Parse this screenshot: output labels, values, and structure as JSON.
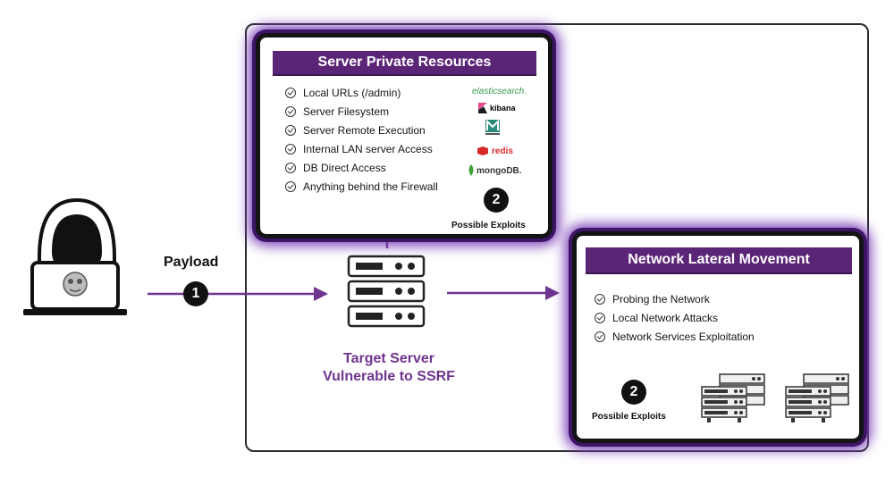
{
  "payload_label": "Payload",
  "step1_label": "1",
  "target": {
    "line1": "Target Server",
    "line2": "Vulnerable to SSRF"
  },
  "server_private": {
    "title": "Server Private Resources",
    "items": [
      "Local URLs (/admin)",
      "Server Filesystem",
      "Server Remote Execution",
      "Internal LAN server Access",
      "DB Direct Access",
      "Anything behind the Firewall"
    ],
    "logos": {
      "elastic": "elasticsearch.",
      "kibana": "kibana",
      "redis": "redis",
      "mongo": "mongoDB."
    },
    "badge": "2",
    "caption": "Possible Exploits"
  },
  "lateral": {
    "title": "Network Lateral Movement",
    "items": [
      "Probing the Network",
      "Local Network Attacks",
      "Network Services Exploitation"
    ],
    "badge": "2",
    "caption": "Possible Exploits"
  },
  "colors": {
    "purple": "#5b2577",
    "accent": "#6e3490",
    "glow": "#7b3fb8"
  }
}
